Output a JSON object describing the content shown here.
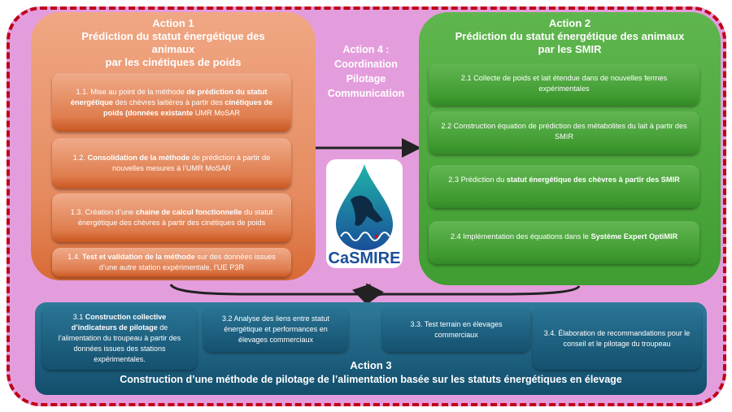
{
  "action1": {
    "heading": "Action 1",
    "title1": "Prédiction du statut énergétique des animaux",
    "title2": "par les cinétiques de poids",
    "items": [
      [
        {
          "t": "1.1. Mise au point de la méthode "
        },
        {
          "t": "de prédiction du statut énergétique",
          "b": true
        },
        {
          "t": " des chèvres laitières à partir des "
        },
        {
          "t": "cinétiques de poids (données existante",
          "b": true
        },
        {
          "t": " UMR MoSAR"
        }
      ],
      [
        {
          "t": "1.2. "
        },
        {
          "t": "Consolidation de la méthode",
          "b": true
        },
        {
          "t": " de prédiction à partir de nouvelles mesures à l’UMR MoSAR"
        }
      ],
      [
        {
          "t": "1.3. Création d’une "
        },
        {
          "t": "chaine de calcul fonctionnelle",
          "b": true
        },
        {
          "t": " du statut énergétique des chèvres à partir des cinétiques de poids"
        }
      ],
      [
        {
          "t": "1.4. "
        },
        {
          "t": "Test et validation de la méthode",
          "b": true
        },
        {
          "t": " sur des données issues d’une autre station expérimentale, l’UE P3R"
        }
      ]
    ]
  },
  "action2": {
    "heading": "Action 2",
    "title1": "Prédiction du statut énergétique des animaux",
    "title2": "par les SMIR",
    "items": [
      [
        {
          "t": "2.1 Collecte de poids et lait étendue dans de nouvelles fermes expérimentales"
        }
      ],
      [
        {
          "t": "2.2 Construction équation de prédiction des métabolites du lait à partir des SMIR"
        }
      ],
      [
        {
          "t": "2.3 Prédiction du "
        },
        {
          "t": "statut énergétique des chèvres à partir des SMIR",
          "b": true
        }
      ],
      [
        {
          "t": "2.4 Implémentation des équations dans le "
        },
        {
          "t": "Système Expert OptiMIR",
          "b": true
        }
      ]
    ]
  },
  "action3": {
    "heading": "Action 3",
    "title": "Construction d’une méthode de pilotage de l’alimentation basée sur les statuts énergétiques en élevage",
    "items": [
      [
        {
          "t": "3.1 "
        },
        {
          "t": "Construction collective d’indicateurs de pilotage",
          "b": true
        },
        {
          "t": " de l’alimentation du troupeau à partir des données issues des stations expérimentales."
        }
      ],
      [
        {
          "t": "3.2 Analyse des liens entre statut énergétique et performances en élevages commerciaux"
        }
      ],
      [
        {
          "t": "3.3. Test terrain en élevages commerciaux"
        }
      ],
      [
        {
          "t": "3.4. Élaboration de recommandations pour le conseil et le pilotage du troupeau"
        }
      ]
    ]
  },
  "action4": {
    "lines": [
      "Action 4 :",
      "Coordination",
      "Pilotage",
      "Communication"
    ]
  },
  "logo": {
    "text": "CaSMIRE"
  }
}
